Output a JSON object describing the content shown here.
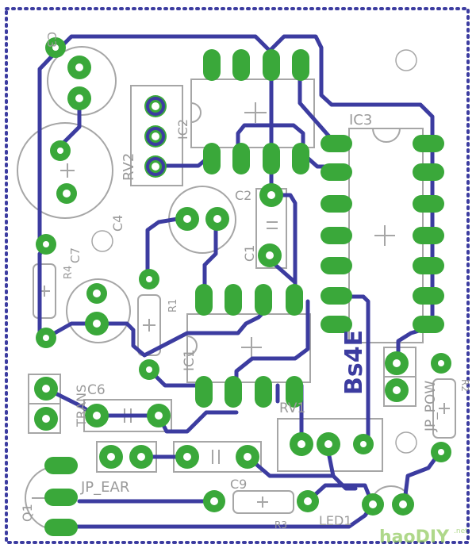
{
  "colors": {
    "background": "#ffffff",
    "trace": "#3c3ca0",
    "pad": "#3aa83a",
    "silk": "#a6a6a6",
    "border_dots": "#3c3ca0",
    "watermark": "#8ec85a"
  },
  "labels": {
    "c3": "C3",
    "rv2": "RV2",
    "ic2": "IC2",
    "c2": "C2",
    "c1": "C1",
    "ic3": "IC3",
    "c4": "C4",
    "r4": "R4",
    "c7": "C7",
    "r1": "R1",
    "ic1": "IC1",
    "trans": "TRANS",
    "c6": "C6",
    "rv1": "RV1",
    "jp_pow": "JP_POW",
    "r2": "R2",
    "jp_ear": "JP_EAR",
    "c9": "C9",
    "r3": "R3",
    "led1": "LED1",
    "q1": "Q1",
    "board_text": "Bs4E"
  },
  "watermark": {
    "text": "haoDIY",
    "suffix": ".net"
  }
}
